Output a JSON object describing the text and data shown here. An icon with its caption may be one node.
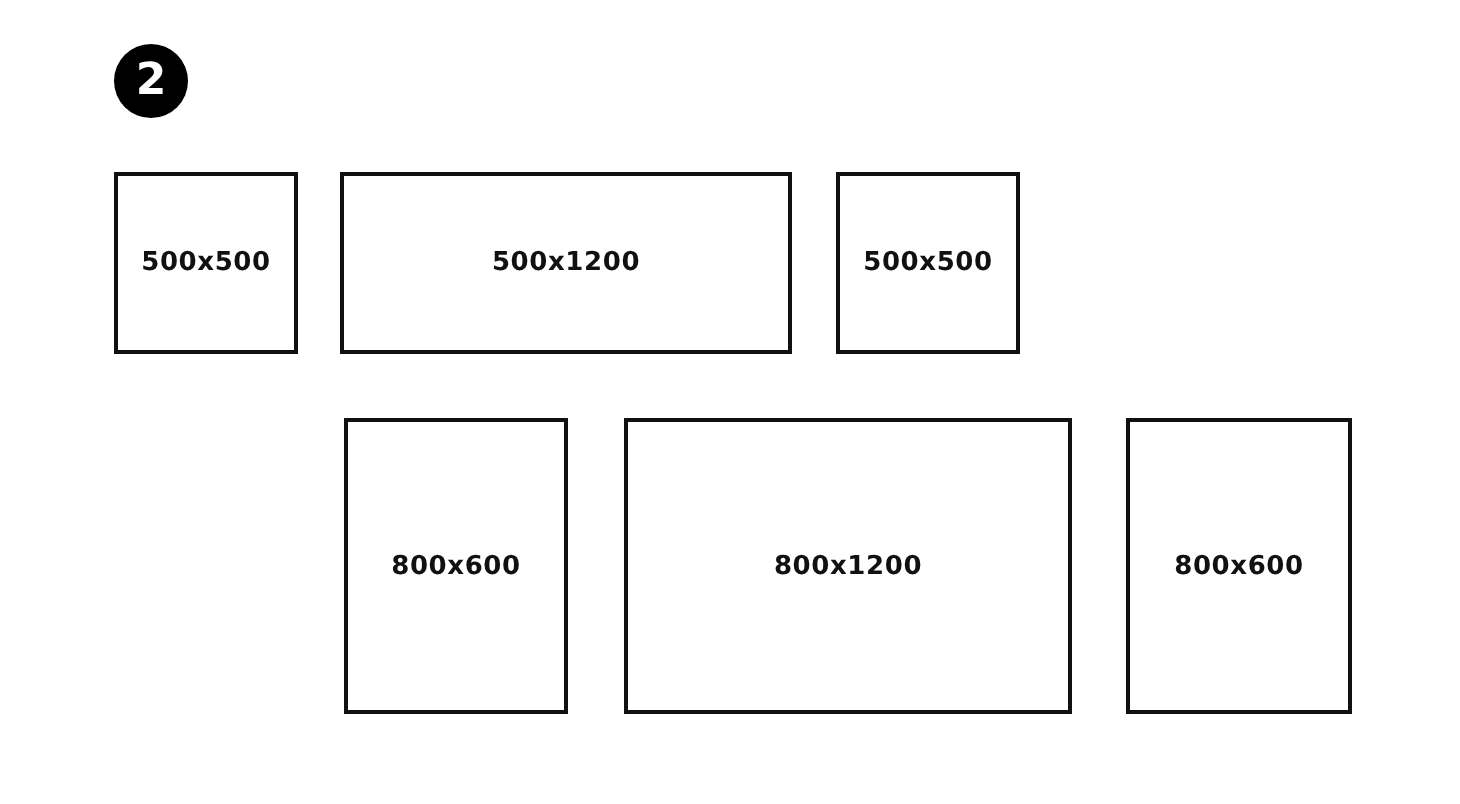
{
  "diagram": {
    "nodes": [
      {
        "text": [
          "500x500"
        ]
      },
      {
        "text": [
          "500x1200"
        ]
      },
      {
        "text": [
          "500x500"
        ]
      },
      {
        "text": [
          "800x600"
        ]
      },
      {
        "text": [
          "800x1200"
        ]
      },
      {
        "text": [
          "800x600"
        ]
      }
    ],
    "labels": [
      "2"
    ]
  }
}
